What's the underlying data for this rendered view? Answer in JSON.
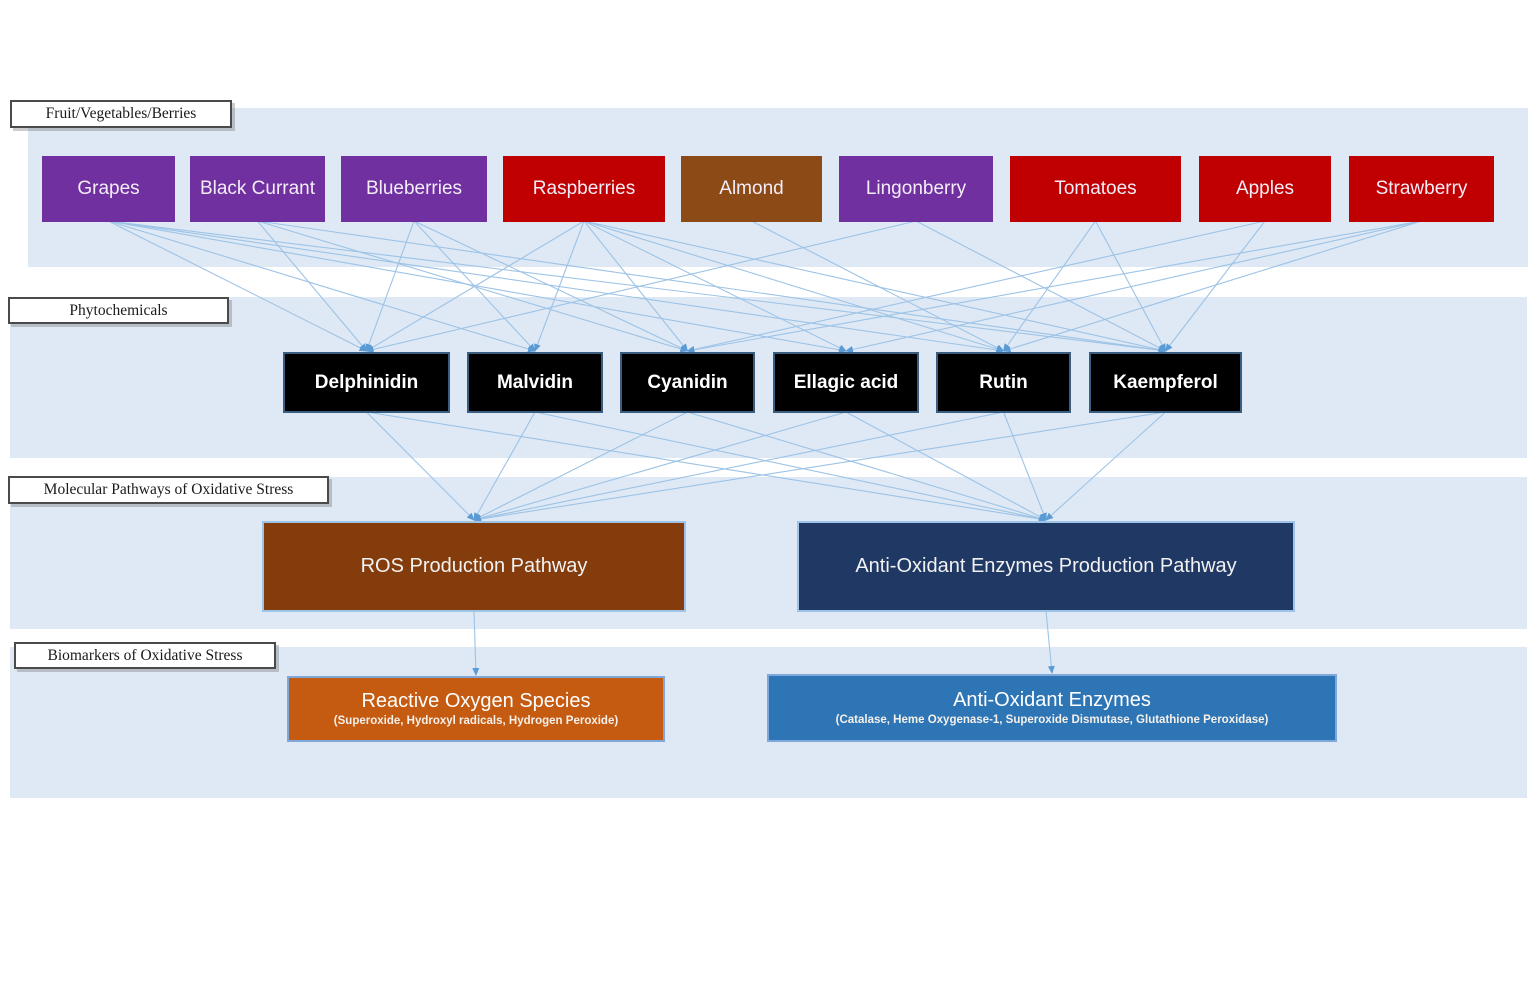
{
  "sections": [
    {
      "label": "Fruit/Vegetables/Berries"
    },
    {
      "label": "Phytochemicals"
    },
    {
      "label": "Molecular Pathways of Oxidative Stress"
    },
    {
      "label": "Biomarkers of Oxidative Stress"
    }
  ],
  "fruits": [
    {
      "id": "grapes",
      "label": "Grapes",
      "color": "#7030A0"
    },
    {
      "id": "black-currant",
      "label": "Black Currant",
      "color": "#7030A0"
    },
    {
      "id": "blueberries",
      "label": "Blueberries",
      "color": "#7030A0"
    },
    {
      "id": "raspberries",
      "label": "Raspberries",
      "color": "#C00000"
    },
    {
      "id": "almond",
      "label": "Almond",
      "color": "#8C4A17"
    },
    {
      "id": "lingonberry",
      "label": "Lingonberry",
      "color": "#7030A0"
    },
    {
      "id": "tomatoes",
      "label": "Tomatoes",
      "color": "#C00000"
    },
    {
      "id": "apples",
      "label": "Apples",
      "color": "#C00000"
    },
    {
      "id": "strawberry",
      "label": "Strawberry",
      "color": "#C00000"
    }
  ],
  "phytochemicals": [
    {
      "id": "delphinidin",
      "label": "Delphinidin"
    },
    {
      "id": "malvidin",
      "label": "Malvidin"
    },
    {
      "id": "cyanidin",
      "label": "Cyanidin"
    },
    {
      "id": "ellagic-acid",
      "label": "Ellagic acid"
    },
    {
      "id": "rutin",
      "label": "Rutin"
    },
    {
      "id": "kaempferol",
      "label": "Kaempferol"
    }
  ],
  "pathways": [
    {
      "id": "ros-pathway",
      "label": "ROS Production Pathway",
      "color": "#843C0C"
    },
    {
      "id": "aoe-pathway",
      "label": "Anti-Oxidant Enzymes Production Pathway",
      "color": "#1F3864"
    }
  ],
  "biomarkers": [
    {
      "id": "ros-species",
      "title": "Reactive Oxygen Species",
      "subtitle": "(Superoxide, Hydroxyl radicals, Hydrogen Peroxide)",
      "color": "#C55A11"
    },
    {
      "id": "aoe-enzymes",
      "title": "Anti-Oxidant Enzymes",
      "subtitle": "(Catalase, Heme Oxygenase-1, Superoxide Dismutase, Glutathione Peroxidase)",
      "color": "#2E75B6"
    }
  ],
  "edges": {
    "fruit_to_phytochemical": [
      [
        "grapes",
        "delphinidin"
      ],
      [
        "grapes",
        "malvidin"
      ],
      [
        "grapes",
        "ellagic-acid"
      ],
      [
        "grapes",
        "rutin"
      ],
      [
        "grapes",
        "kaempferol"
      ],
      [
        "black-currant",
        "delphinidin"
      ],
      [
        "black-currant",
        "cyanidin"
      ],
      [
        "black-currant",
        "kaempferol"
      ],
      [
        "blueberries",
        "delphinidin"
      ],
      [
        "blueberries",
        "malvidin"
      ],
      [
        "blueberries",
        "cyanidin"
      ],
      [
        "raspberries",
        "delphinidin"
      ],
      [
        "raspberries",
        "malvidin"
      ],
      [
        "raspberries",
        "cyanidin"
      ],
      [
        "raspberries",
        "ellagic-acid"
      ],
      [
        "raspberries",
        "rutin"
      ],
      [
        "raspberries",
        "kaempferol"
      ],
      [
        "almond",
        "rutin"
      ],
      [
        "lingonberry",
        "delphinidin"
      ],
      [
        "lingonberry",
        "kaempferol"
      ],
      [
        "tomatoes",
        "rutin"
      ],
      [
        "tomatoes",
        "kaempferol"
      ],
      [
        "apples",
        "cyanidin"
      ],
      [
        "apples",
        "kaempferol"
      ],
      [
        "strawberry",
        "cyanidin"
      ],
      [
        "strawberry",
        "ellagic-acid"
      ],
      [
        "strawberry",
        "rutin"
      ]
    ],
    "phytochemical_to_pathway": [
      [
        "delphinidin",
        "ros-pathway"
      ],
      [
        "delphinidin",
        "aoe-pathway"
      ],
      [
        "malvidin",
        "ros-pathway"
      ],
      [
        "malvidin",
        "aoe-pathway"
      ],
      [
        "cyanidin",
        "ros-pathway"
      ],
      [
        "cyanidin",
        "aoe-pathway"
      ],
      [
        "ellagic-acid",
        "ros-pathway"
      ],
      [
        "ellagic-acid",
        "aoe-pathway"
      ],
      [
        "rutin",
        "ros-pathway"
      ],
      [
        "rutin",
        "aoe-pathway"
      ],
      [
        "kaempferol",
        "ros-pathway"
      ],
      [
        "kaempferol",
        "aoe-pathway"
      ]
    ],
    "pathway_to_biomarker": [
      [
        "ros-pathway",
        "ros-species"
      ],
      [
        "aoe-pathway",
        "aoe-enzymes"
      ]
    ]
  },
  "colors": {
    "band": "#DEE9F5",
    "arrow_line": "#9DC3E6",
    "arrow_head": "#5B9BD5",
    "phytochemical_fill": "#000000",
    "phytochemical_border": "#3A5E80"
  }
}
